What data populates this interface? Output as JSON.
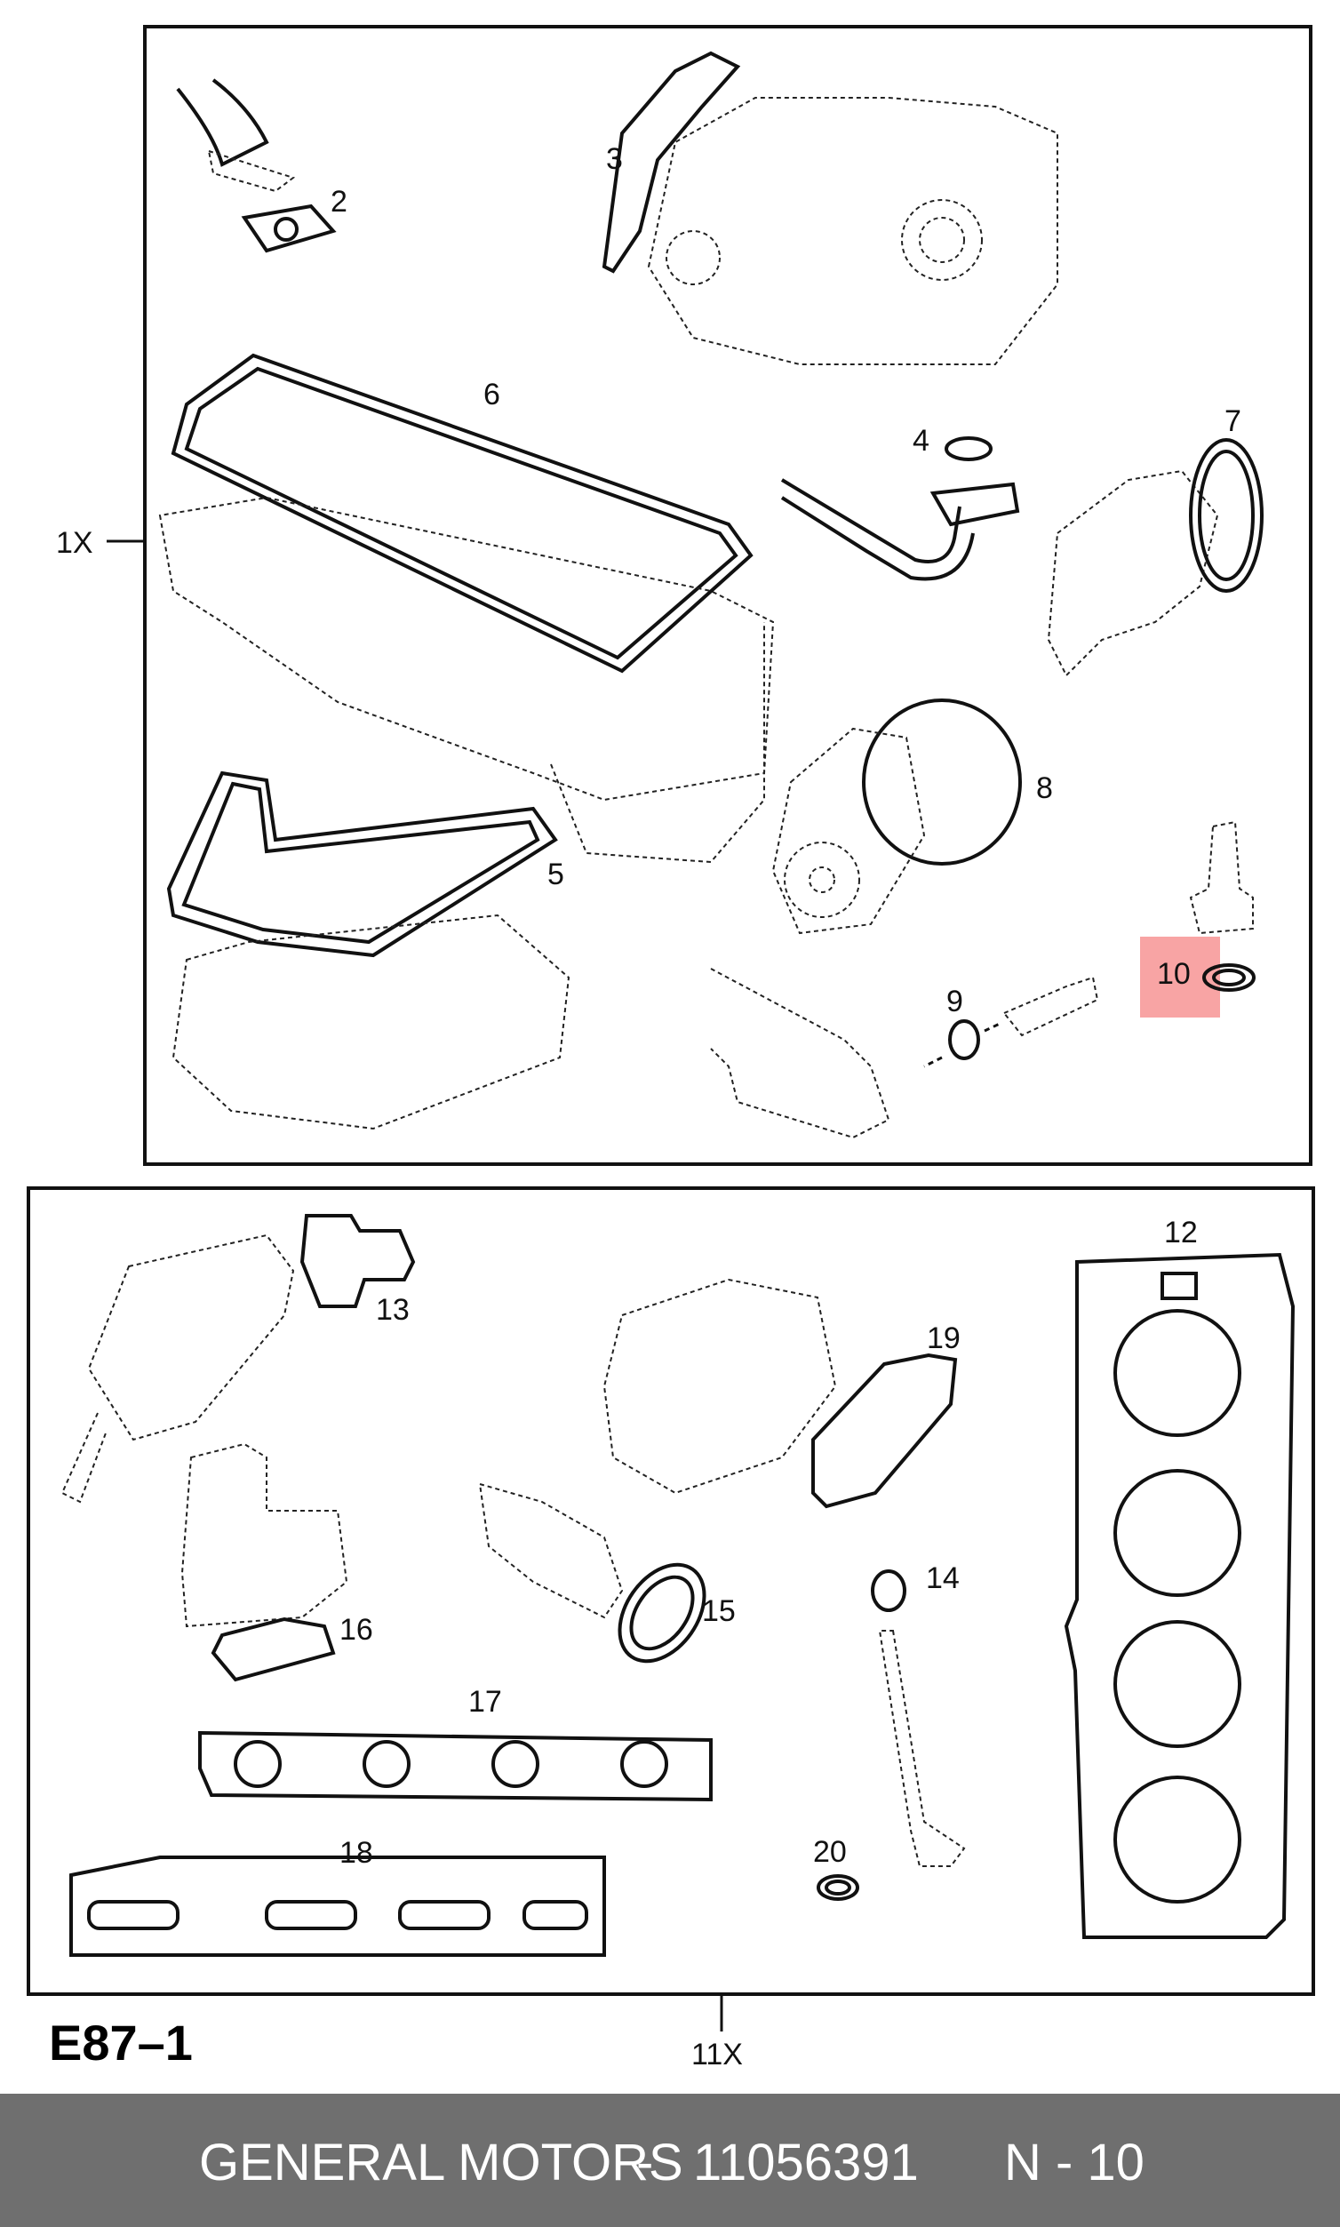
{
  "figure_code": "E87–1",
  "kit_labels": {
    "upper": "1X",
    "lower": "11X"
  },
  "highlight": {
    "part": "10",
    "color": "#f79a9a"
  },
  "callouts": [
    "2",
    "3",
    "4",
    "5",
    "6",
    "7",
    "8",
    "9",
    "10",
    "12",
    "13",
    "14",
    "15",
    "16",
    "17",
    "18",
    "19",
    "20"
  ],
  "footer": {
    "brand": "GENERAL MOTORS",
    "separator": "-",
    "part_number": "11056391",
    "position": "N - 10",
    "background": "#6f6f6f"
  }
}
